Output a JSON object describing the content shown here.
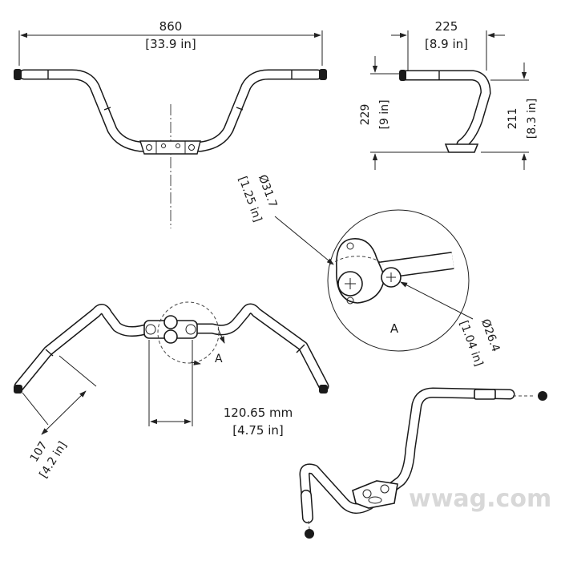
{
  "dimensions": {
    "overall_width": {
      "value": "860",
      "imperial": "[33.9 in]"
    },
    "depth": {
      "value": "225",
      "imperial": "[8.9 in]"
    },
    "rise": {
      "value": "229",
      "imperial": "[9 in]"
    },
    "pullback": {
      "value": "211",
      "imperial": "[8.3 in]"
    },
    "clamp_diameter": {
      "value": "Ø31.7",
      "imperial": "[1.25 in]"
    },
    "grip_diameter": {
      "value": "Ø26.4",
      "imperial": "[1.04 in]"
    },
    "riser_spacing": {
      "value": "120.65 mm",
      "imperial": "[4.75 in]"
    },
    "grip_length": {
      "value": "107",
      "imperial": "[4.2 in]"
    }
  },
  "detail_label": "A",
  "watermark": "wwag.com"
}
